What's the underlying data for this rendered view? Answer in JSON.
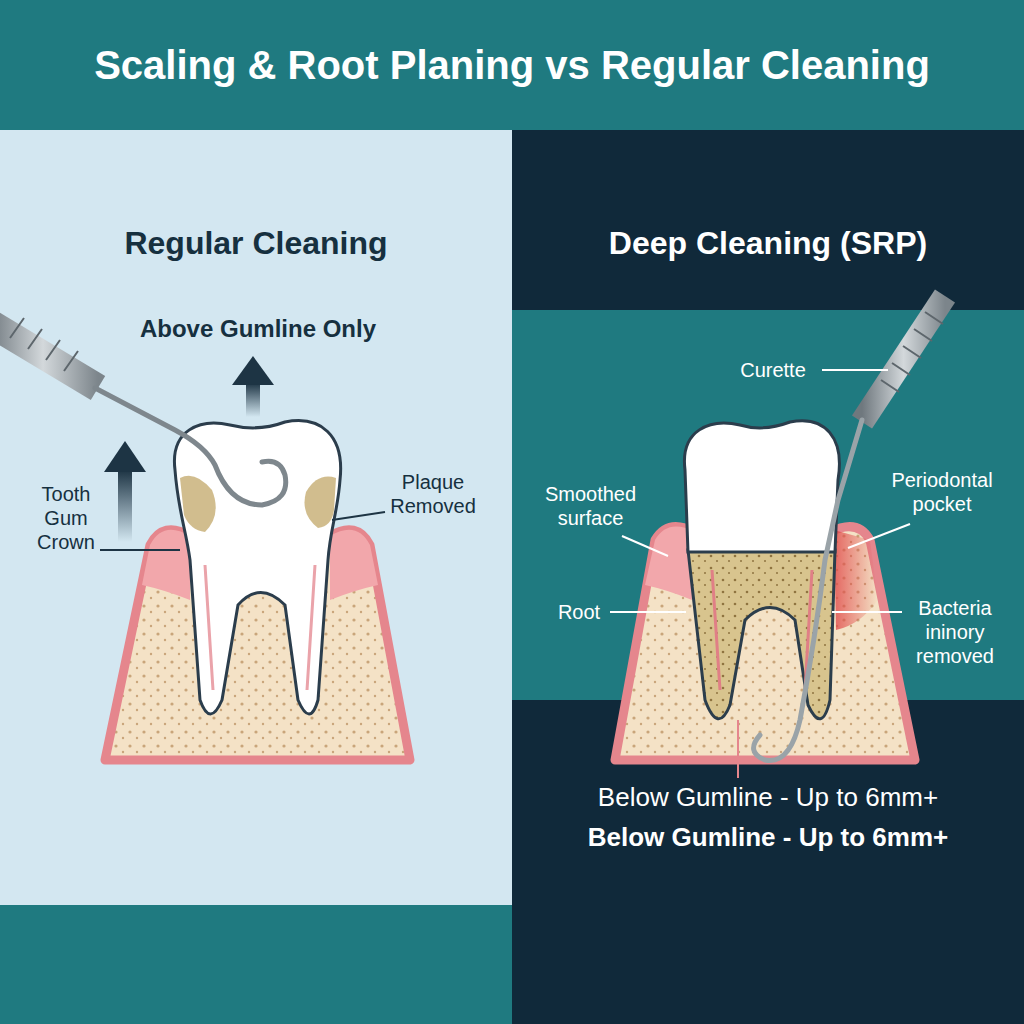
{
  "diagram": {
    "title": "Scaling & Root Planing vs Regular Cleaning",
    "nodes": [
      {
        "text": [
          "Regular Cleaning"
        ]
      },
      {
        "text": [
          "Deep Cleaning (SRP)"
        ]
      }
    ],
    "labels": [
      "Above Gumline Only",
      "Tooth Gum Crown",
      "Plaque Removed",
      "Curette",
      "Smoothed surface",
      "Periodontal pocket",
      "Root",
      "Bacteria ininory removed",
      "Below Gumline - Up to 6mm+",
      "Below Gumline - Up to 6mm+"
    ]
  }
}
